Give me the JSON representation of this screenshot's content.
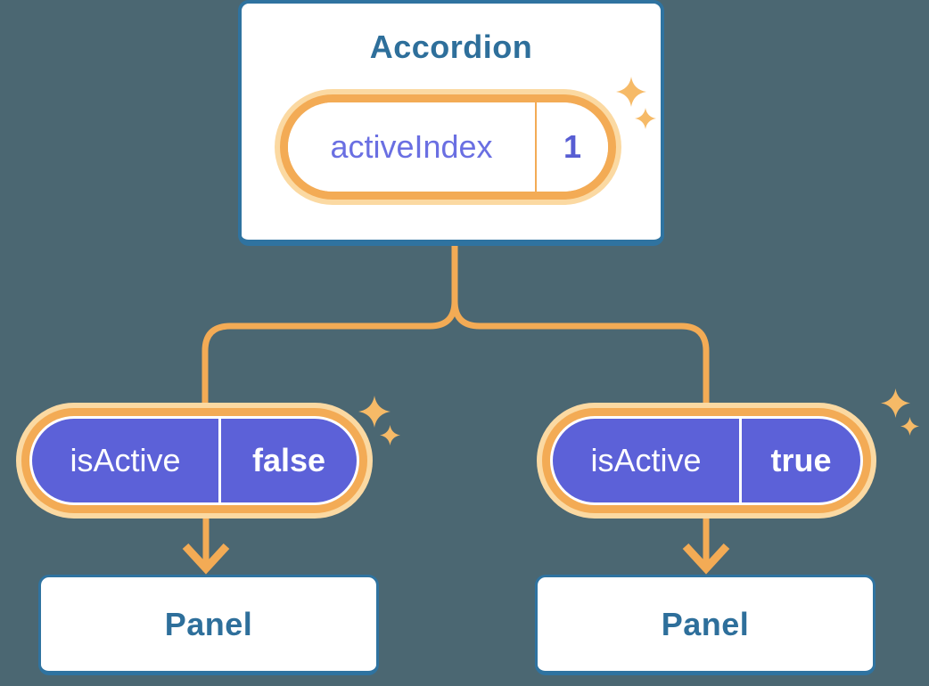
{
  "colors": {
    "background": "#4b6772",
    "blue-border": "#2f73a0",
    "blue-text": "#2e6f9b",
    "orange": "#f3ab55",
    "orange-glow": "#fbd9a2",
    "sparkle": "#f6ba67",
    "purple": "#5c61d8",
    "purple-label": "#6a6fe2",
    "purple-value": "#575dd3",
    "pill-text": "#ffffff"
  },
  "accordion": {
    "title": "Accordion",
    "state_pill": {
      "label": "activeIndex",
      "value": "1"
    }
  },
  "panels": [
    {
      "prop_pill": {
        "label": "isActive",
        "value": "false"
      },
      "title": "Panel"
    },
    {
      "prop_pill": {
        "label": "isActive",
        "value": "true"
      },
      "title": "Panel"
    }
  ]
}
